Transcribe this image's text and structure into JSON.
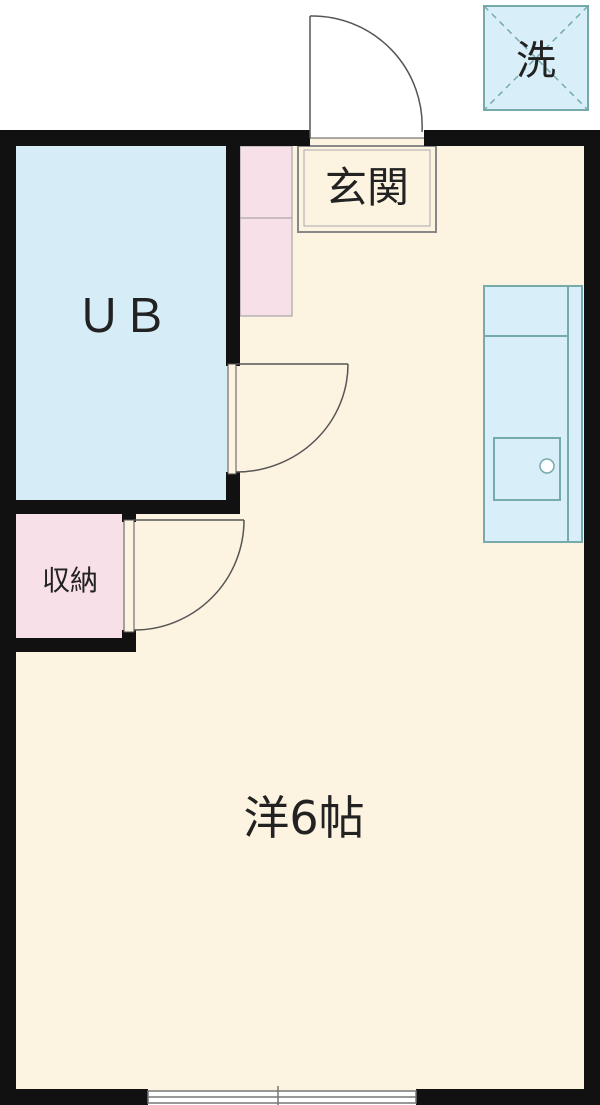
{
  "plan": {
    "labels": {
      "washer": "洗",
      "entrance": "玄関",
      "bath": "ＵＢ",
      "storage": "収納",
      "room": "洋6帖"
    },
    "colors": {
      "wall": "#111111",
      "floor": "#fdf3e1",
      "bath_fill": "#d6ecf7",
      "storage_fill": "#f8e0e8",
      "kitchen_fill": "#d8eef8",
      "door_line": "#555555"
    }
  }
}
